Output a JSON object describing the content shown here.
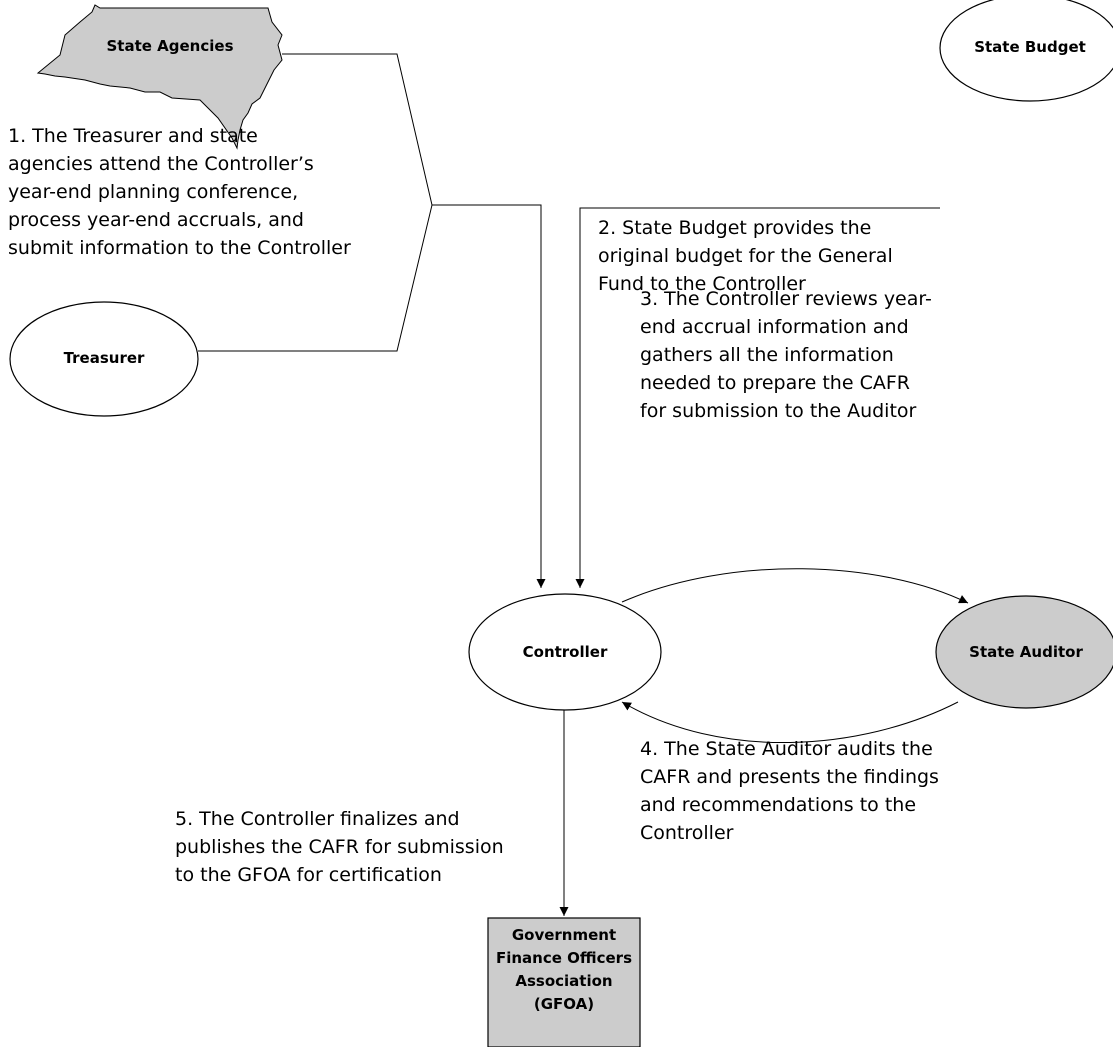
{
  "nodes": {
    "state_agencies": "State Agencies",
    "state_budget": "State Budget",
    "treasurer": "Treasurer",
    "controller": "Controller",
    "state_auditor": "State Auditor",
    "gfoa": [
      "Government",
      "Finance Officers",
      "Association",
      "(GFOA)"
    ]
  },
  "steps": {
    "step1": [
      "1. The Treasurer and state",
      "agencies attend the Controller’s",
      "year-end planning conference,",
      "process year-end accruals, and",
      "submit information to the Controller"
    ],
    "step2": [
      "2. State Budget provides the",
      "original budget for the General",
      "Fund to the Controller"
    ],
    "step3": [
      "3. The Controller reviews year-",
      "end accrual information and",
      "gathers all the information",
      "needed to prepare the CAFR",
      "for submission to the Auditor"
    ],
    "step4": [
      "4. The State Auditor audits the",
      "CAFR and presents the findings",
      "and recommendations to the",
      "Controller"
    ],
    "step5": [
      "5. The Controller finalizes and",
      "publishes the CAFR for submission",
      "to the GFOA for certification"
    ]
  },
  "colors": {
    "shape_fill_gray": "#cccccc",
    "line": "#000000"
  }
}
